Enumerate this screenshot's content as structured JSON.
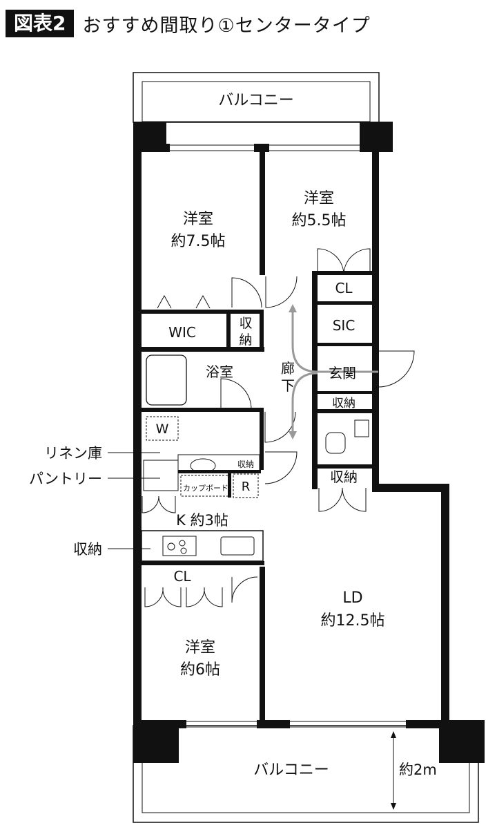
{
  "header": {
    "badge": "図表2",
    "title": "おすすめ間取り①センタータイプ"
  },
  "rooms": {
    "balcony_top": "バルコニー",
    "western_a_name": "洋室",
    "western_a_size": "約7.5帖",
    "western_b_name": "洋室",
    "western_b_size": "約5.5帖",
    "cl_top": "CL",
    "sic": "SIC",
    "wic": "WIC",
    "storage_small_1": "収",
    "storage_small_2": "納",
    "bath": "浴室",
    "hall_1": "廊",
    "hall_2": "下",
    "entrance": "玄関",
    "storage_entrance": "収納",
    "washer": "W",
    "storage_tiny": "収納",
    "cupboard": "カップボード",
    "fridge": "R",
    "storage_lower": "収納",
    "kitchen": "K 約3帖",
    "cl_bottom": "CL",
    "western_c_name": "洋室",
    "western_c_size": "約6帖",
    "ld_name": "LD",
    "ld_size": "約12.5帖",
    "balcony_bottom": "バルコニー",
    "balcony_depth": "約2m"
  },
  "callouts": {
    "linen": "リネン庫",
    "pantry": "パントリー",
    "storage": "収納"
  }
}
